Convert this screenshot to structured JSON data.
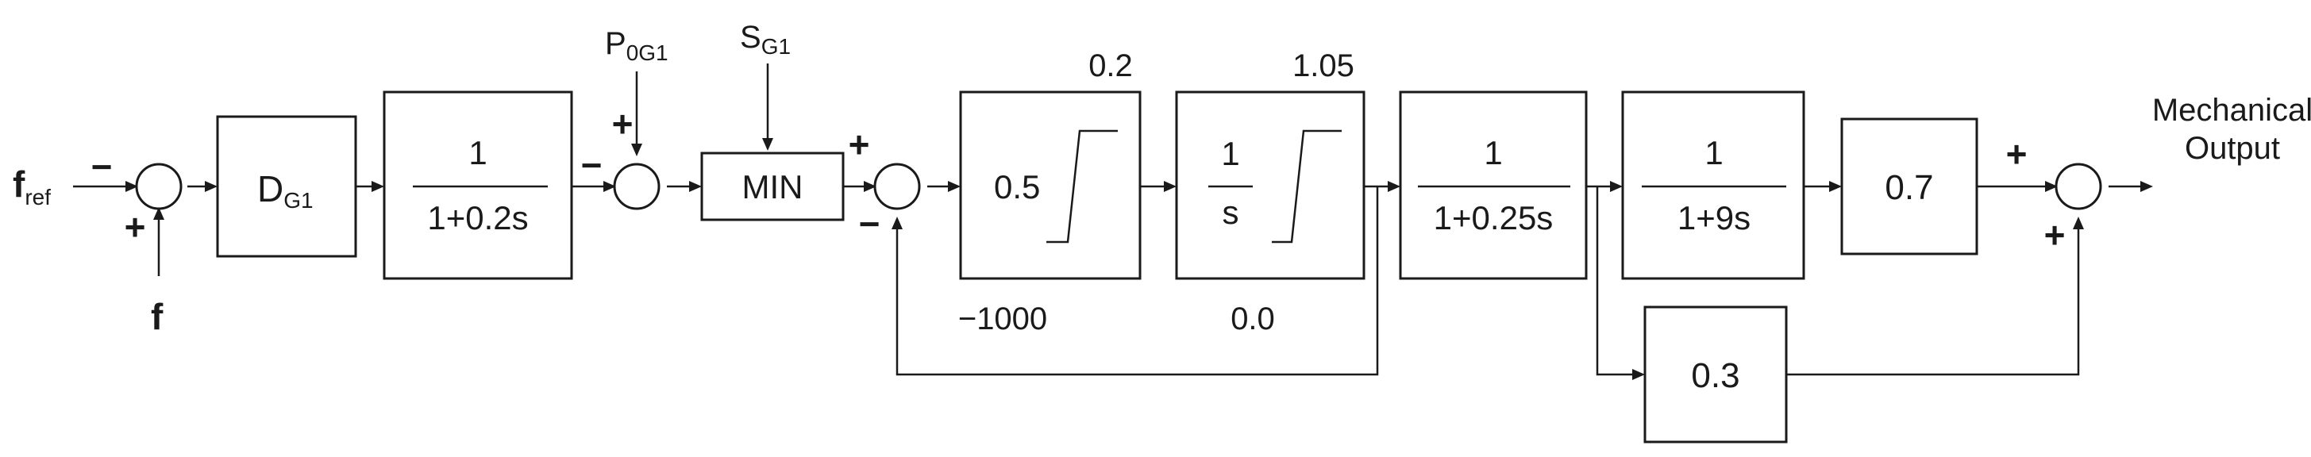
{
  "signals": {
    "fref_main": "f",
    "fref_sub": "ref",
    "f": "f",
    "p0g1_main": "P",
    "p0g1_sub": "0G1",
    "sg1_main": "S",
    "sg1_sub": "G1",
    "output_line1": "Mechanical",
    "output_line2": "Output"
  },
  "blocks": {
    "droop_main": "D",
    "droop_sub": "G1",
    "lag1_num": "1",
    "lag1_den": "1+0.2s",
    "min": "MIN",
    "gain_sat": "0.5",
    "sat_upper": "0.2",
    "sat_lower": "−1000",
    "integ_num": "1",
    "integ_den": "s",
    "integ_upper": "1.05",
    "integ_lower": "0.0",
    "lag2_num": "1",
    "lag2_den": "1+0.25s",
    "lag3_num": "1",
    "lag3_den": "1+9s",
    "gain_hp": "0.7",
    "gain_lp": "0.3"
  },
  "signs": {
    "s1_ref": "−",
    "s1_f": "+",
    "s2_p0": "+",
    "s2_in": "−",
    "s3_in": "+",
    "s3_fb": "−",
    "s4_top": "+",
    "s4_bot": "+"
  }
}
